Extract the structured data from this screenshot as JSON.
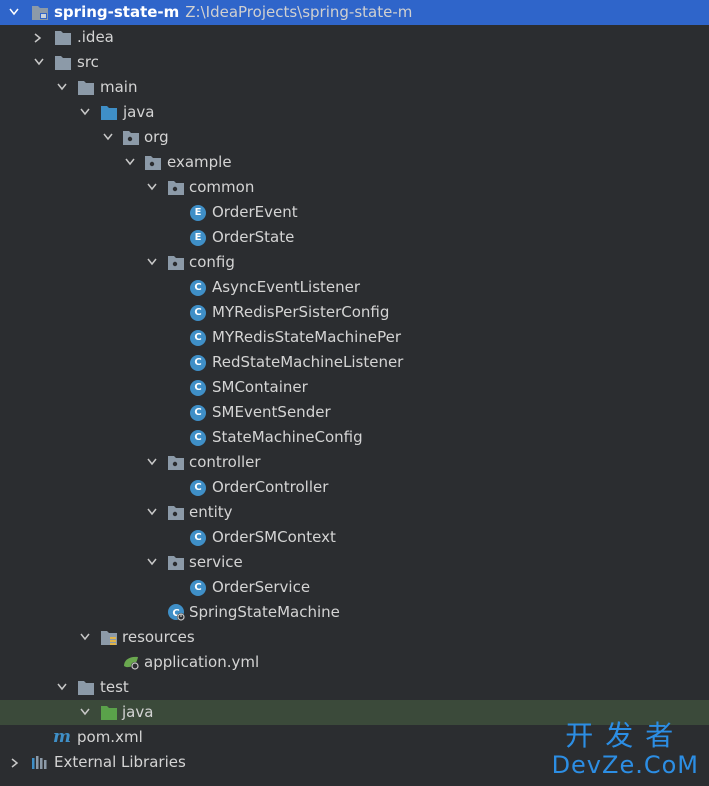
{
  "project": {
    "name": "spring-state-m",
    "path": "Z:\\IdeaProjects\\spring-state-m"
  },
  "tree": {
    "idea": ".idea",
    "src": "src",
    "main": "main",
    "java": "java",
    "org": "org",
    "example": "example",
    "common": "common",
    "order_event": "OrderEvent",
    "order_state": "OrderState",
    "config": "config",
    "async_event_listener": "AsyncEventListener",
    "my_redis_persister_config": "MYRedisPerSisterConfig",
    "my_redis_state_machine_per": "MYRedisStateMachinePer",
    "red_state_machine_listener": "RedStateMachineListener",
    "sm_container": "SMContainer",
    "sm_event_sender": "SMEventSender",
    "state_machine_config": "StateMachineConfig",
    "controller": "controller",
    "order_controller": "OrderController",
    "entity": "entity",
    "order_sm_context": "OrderSMContext",
    "service": "service",
    "order_service": "OrderService",
    "spring_state_machine": "SpringStateMachine",
    "resources": "resources",
    "application_yml": "application.yml",
    "test": "test",
    "test_java": "java",
    "pom": "pom.xml",
    "external_libraries": "External Libraries"
  },
  "badges": {
    "class": "C",
    "enum": "E"
  },
  "watermark": {
    "top": "开发者",
    "bottom": "DevZe.CoM"
  },
  "colors": {
    "selected": "#2f65ca",
    "highlight": "#3b4a3a",
    "folder": "#8c9aa8",
    "source_folder": "#3f8fc7",
    "test_folder": "#5aa24a",
    "class_badge": "#3f8fc7"
  }
}
